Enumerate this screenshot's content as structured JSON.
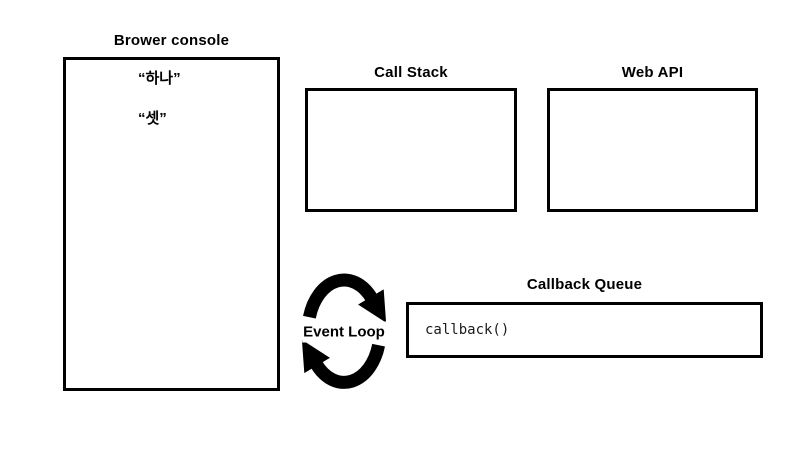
{
  "diagram": {
    "browser_console": {
      "title": "Brower console",
      "logs": [
        "“하나”",
        "“셋”"
      ]
    },
    "call_stack": {
      "title": "Call Stack",
      "items": []
    },
    "web_api": {
      "title": "Web API",
      "items": []
    },
    "event_loop": {
      "label": "Event Loop"
    },
    "callback_queue": {
      "title": "Callback Queue",
      "items": [
        "callback()"
      ]
    }
  },
  "colors": {
    "ink": "#000000",
    "background": "#ffffff",
    "code_text": "#1a1a1a"
  }
}
